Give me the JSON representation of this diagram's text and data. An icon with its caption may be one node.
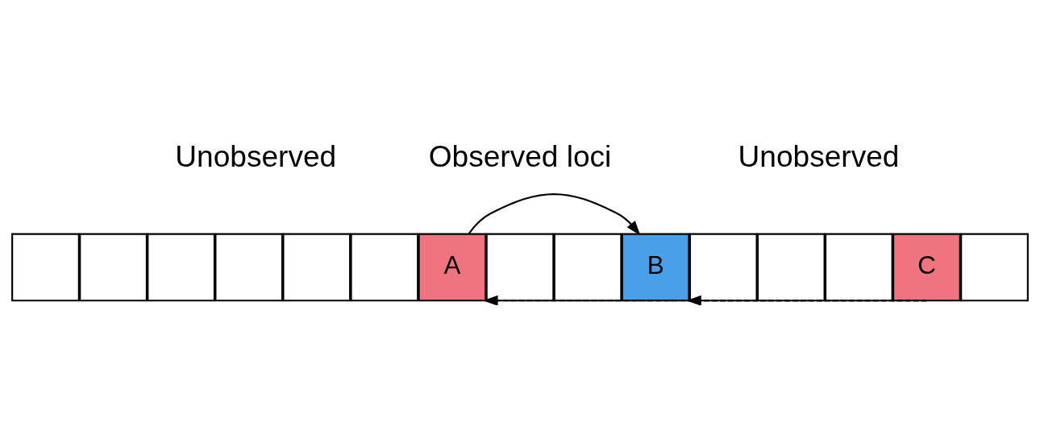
{
  "diagram": {
    "nodes": [
      {
        "text": [],
        "shape": "box"
      },
      {
        "text": [],
        "shape": "box"
      },
      {
        "text": [],
        "shape": "box"
      },
      {
        "text": [],
        "shape": "box"
      },
      {
        "text": [],
        "shape": "box"
      },
      {
        "text": [],
        "shape": "box"
      },
      {
        "text": [
          "A"
        ]
      },
      {
        "text": [],
        "shape": "box"
      },
      {
        "text": [],
        "shape": "box"
      },
      {
        "text": [
          "B"
        ]
      },
      {
        "text": [],
        "shape": "box"
      },
      {
        "text": [],
        "shape": "box"
      },
      {
        "text": [],
        "shape": "box"
      },
      {
        "text": [
          "C"
        ]
      },
      {
        "text": [],
        "shape": "box"
      }
    ],
    "edges": [
      {
        "from": 6,
        "to": 9,
        "arrow": "to"
      },
      {
        "from": 13,
        "to": 6,
        "arrow": "to",
        "style": "dashed"
      },
      {
        "from": 13,
        "to": 9,
        "arrow": "to",
        "style": "dashed"
      }
    ],
    "labels": [
      "Unobserved",
      "Observed loci",
      "Unobserved"
    ]
  }
}
